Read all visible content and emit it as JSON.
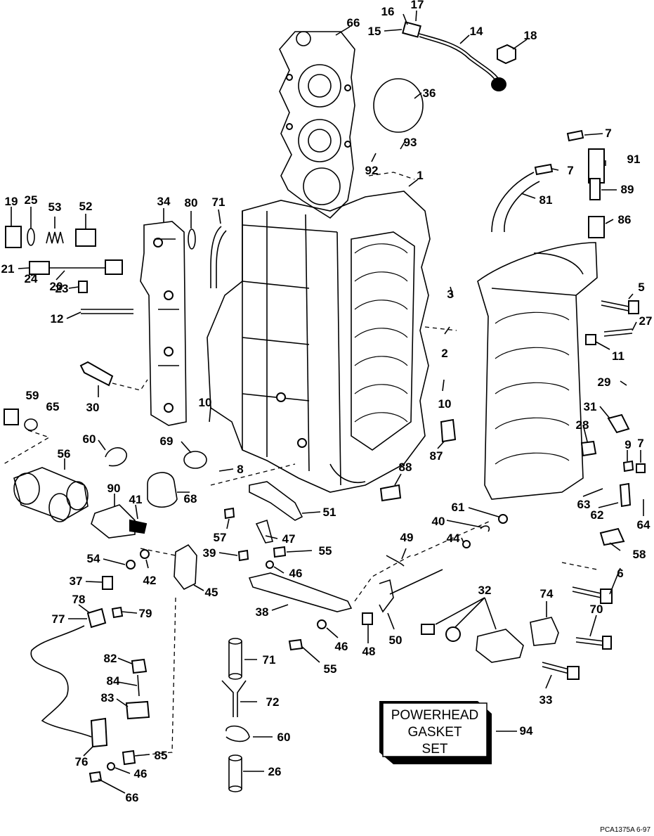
{
  "diagram": {
    "kit_box": {
      "lines": [
        "POWERHEAD",
        "GASKET",
        "SET"
      ]
    },
    "drawing_code": "PCA1375A  6-97",
    "callouts": [
      "17",
      "16",
      "15",
      "14",
      "18",
      "66",
      "36",
      "93",
      "92",
      "1",
      "7",
      "91",
      "7",
      "89",
      "81",
      "86",
      "19",
      "25",
      "53",
      "52",
      "34",
      "80",
      "71",
      "21",
      "20",
      "24",
      "23",
      "5",
      "12",
      "3",
      "27",
      "2",
      "11",
      "10",
      "29",
      "30",
      "31",
      "59",
      "65",
      "10",
      "28",
      "9",
      "7",
      "60",
      "56",
      "69",
      "87",
      "8",
      "88",
      "90",
      "68",
      "41",
      "51",
      "61",
      "63",
      "62",
      "40",
      "64",
      "57",
      "47",
      "49",
      "44",
      "54",
      "39",
      "55",
      "42",
      "46",
      "58",
      "6",
      "37",
      "45",
      "38",
      "78",
      "77",
      "79",
      "32",
      "74",
      "70",
      "46",
      "48",
      "50",
      "82",
      "71",
      "84",
      "55",
      "83",
      "72",
      "33",
      "94",
      "60",
      "85",
      "76",
      "46",
      "26",
      "66"
    ]
  }
}
